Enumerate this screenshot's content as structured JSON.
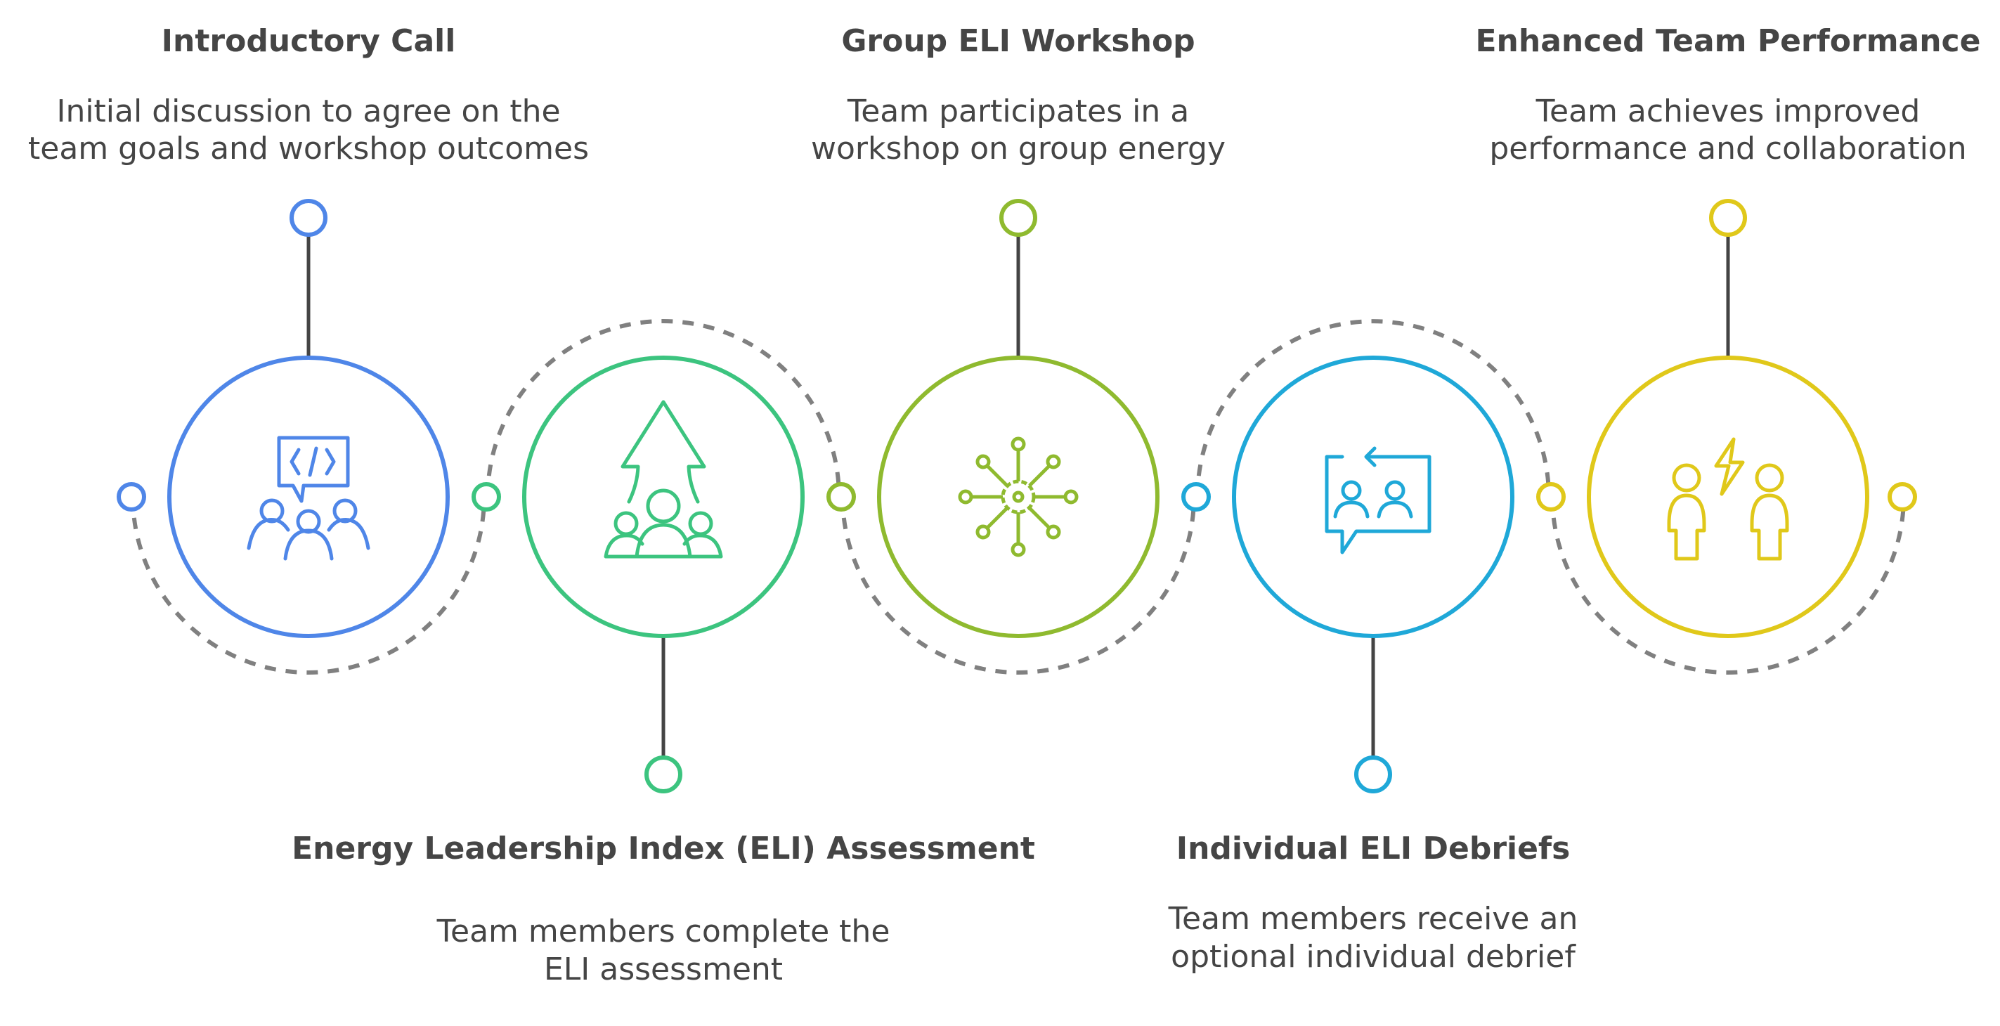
{
  "colors": {
    "blue": "#4f86e8",
    "green": "#3cc47f",
    "lime": "#8fba2f",
    "cyan": "#1fa8d8",
    "yellow": "#e0c81a",
    "text": "#454545",
    "dash": "#808080"
  },
  "steps": [
    {
      "title": "Introductory Call",
      "desc": [
        "Initial discussion to agree on the",
        "team goals and workshop outcomes"
      ],
      "icon": "code-chat-group-icon"
    },
    {
      "title": "Energy Leadership Index (ELI) Assessment",
      "desc": [
        "Team members complete the",
        "ELI assessment"
      ],
      "icon": "group-growth-arrow-icon"
    },
    {
      "title": "Group ELI Workshop",
      "desc": [
        "Team participates in a",
        "workshop on group energy"
      ],
      "icon": "network-gear-icon"
    },
    {
      "title": "Individual ELI Debriefs",
      "desc": [
        "Team members receive an",
        "optional individual debrief"
      ],
      "icon": "video-chat-icon"
    },
    {
      "title": "Enhanced Team Performance",
      "desc": [
        "Team achieves improved",
        "performance and collaboration"
      ],
      "icon": "people-energy-icon"
    }
  ]
}
